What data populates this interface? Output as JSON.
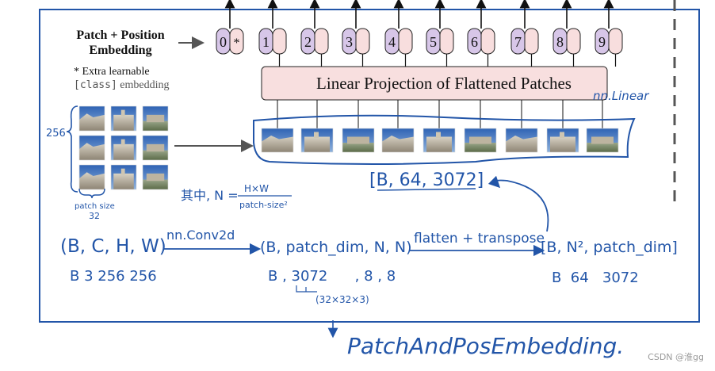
{
  "legend": {
    "title_line1": "Patch + Position",
    "title_line2": "Embedding",
    "note_line1": "* Extra learnable",
    "note_code": "[class]",
    "note_rest": " embedding"
  },
  "tokens": [
    "0",
    "1",
    "2",
    "3",
    "4",
    "5",
    "6",
    "7",
    "8",
    "9"
  ],
  "class_marker": "*",
  "projection": {
    "label": "Linear Projection of Flattened Patches",
    "annotation": "nn.Linear"
  },
  "annotations": {
    "image_size": "256",
    "patch_size_label": "patch size",
    "patch_size_value": "32",
    "patches_shape": "[B, 64, 3072]",
    "where_prefix": "其中, N =",
    "n_numerator": "H×W",
    "n_denominator": "patch-size²"
  },
  "pipeline": {
    "input_shape": "(B, C, H, W)",
    "op1": "nn.Conv2d",
    "mid_shape": "(B, patch_dim, N, N)",
    "op2": "flatten + transpose",
    "output_shape": "[B, N², patch_dim]",
    "input_values": "B  3  256 256",
    "mid_values": "B , 3072      , 8 , 8",
    "mid_detail": "(32×32×3)",
    "output_values": "B  64   3072"
  },
  "footer": {
    "class_name": "PatchAndPosEmbedding."
  },
  "watermark": "CSDN @淮gg",
  "colors": {
    "ink_blue": "#2255a8",
    "token_purple": "#d7c6e8",
    "token_pink": "#f8dede",
    "projection_fill": "#f8dfdf"
  }
}
